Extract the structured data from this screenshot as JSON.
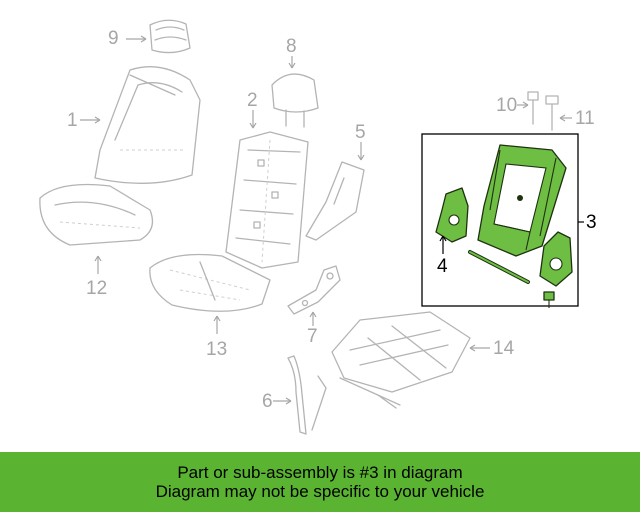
{
  "banner": {
    "line1": "Part or sub-assembly is #3 in diagram",
    "line2": "Diagram may not be specific to your vehicle"
  },
  "callouts": {
    "c1": "1",
    "c2": "2",
    "c3": "3",
    "c4": "4",
    "c5": "5",
    "c6": "6",
    "c7": "7",
    "c8": "8",
    "c9": "9",
    "c10": "10",
    "c11": "11",
    "c12": "12",
    "c13": "13",
    "c14": "14"
  },
  "colors": {
    "banner": "#5ab432",
    "highlight_part": "#6fbe44",
    "line_art": "#b4b4b4",
    "callout_text": "#a6a6a6"
  }
}
